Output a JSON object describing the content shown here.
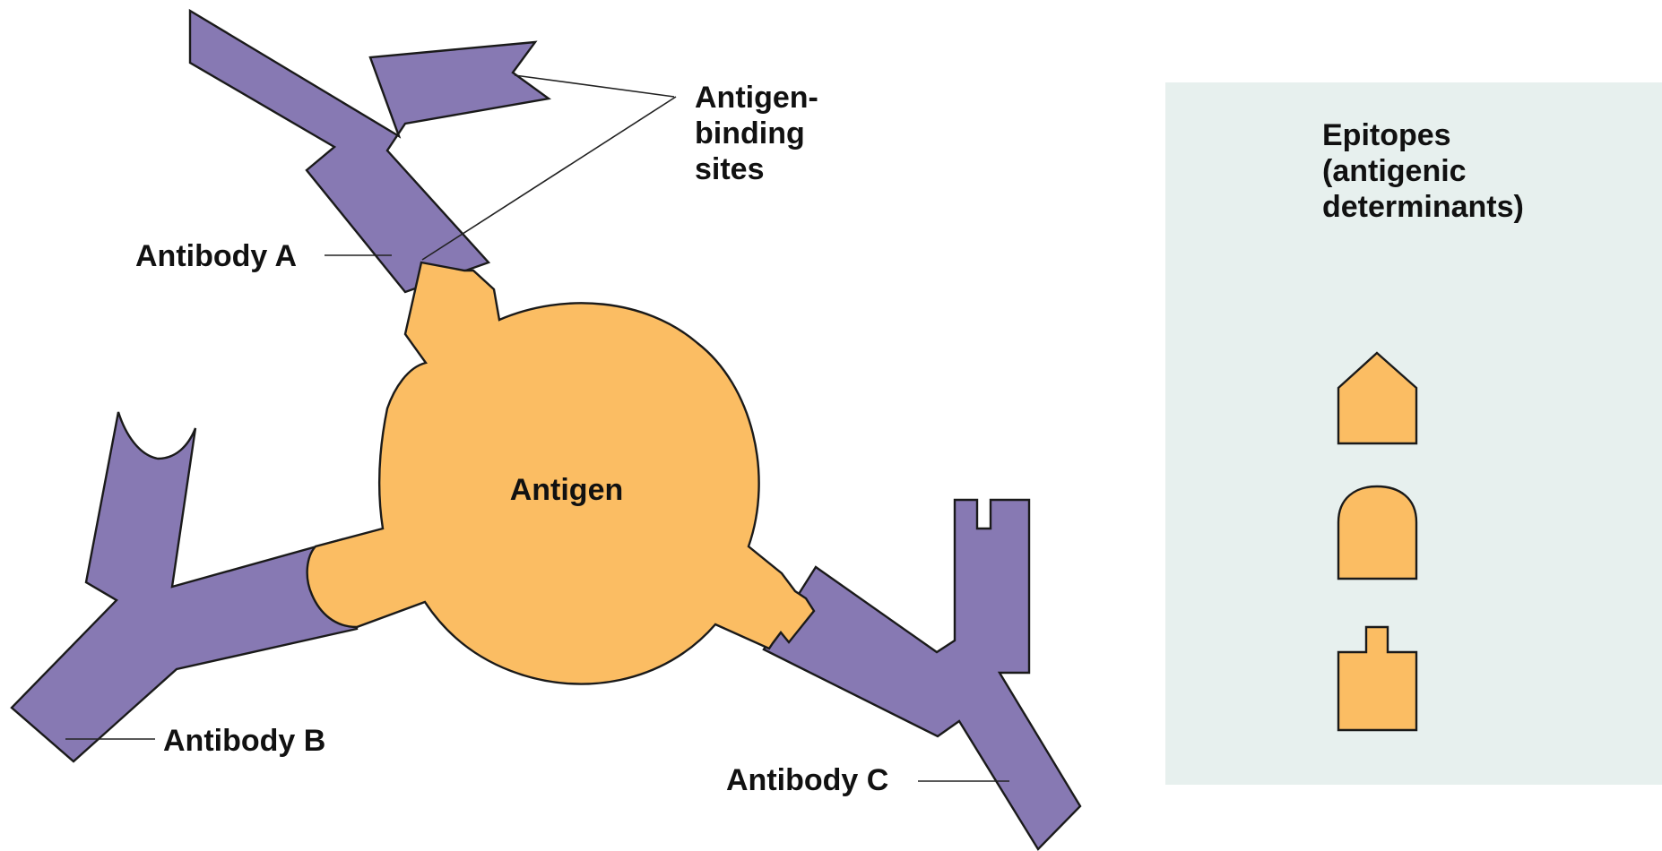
{
  "labels": {
    "antigen": "Antigen",
    "antibody_a": "Antibody A",
    "antibody_b": "Antibody B",
    "antibody_c": "Antibody C",
    "binding_sites": [
      "Antigen-",
      "binding",
      "sites"
    ],
    "epitopes": [
      "Epitopes",
      "(antigenic",
      "determinants)"
    ]
  },
  "colors": {
    "antibody": "#8779b3",
    "antigen": "#fbbd63",
    "epitope_panel": "#e7f0ee",
    "outline": "#1a1a1a"
  },
  "epitope_shapes": [
    "pointed-epitope",
    "rounded-epitope",
    "knobbed-epitope"
  ]
}
